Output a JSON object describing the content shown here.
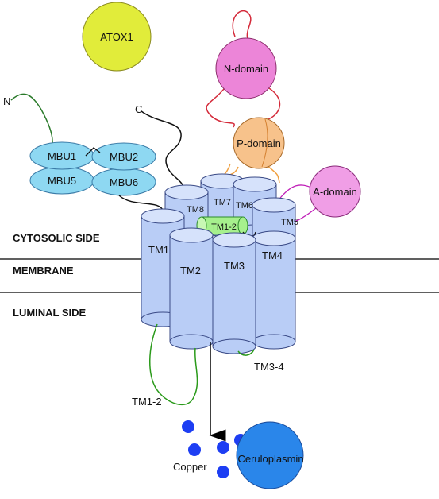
{
  "sides": {
    "cytosolic": "CYTOSOLIC SIDE",
    "membrane": "MEMBRANE",
    "luminal": "LUMINAL SIDE"
  },
  "termini": {
    "n": "N",
    "c": "C"
  },
  "chaperone": "ATOX1",
  "domains": {
    "n": "N-domain",
    "p": "P-domain",
    "a": "A-domain"
  },
  "mbus": [
    "MBU1",
    "MBU2",
    "MBU5",
    "MBU6"
  ],
  "helices": [
    "TM1",
    "TM2",
    "TM3",
    "TM4",
    "TM5",
    "TM6",
    "TM7",
    "TM8"
  ],
  "inner_loop": "TM1-2",
  "luminal_loops": {
    "tm12": "TM1-2",
    "tm34": "TM3-4"
  },
  "copper": "Copper",
  "ceruloplasmin": "Ceruloplasmin",
  "colors": {
    "helix_fill": "#b9cdf6",
    "helix_top": "#d6e2fb",
    "helix_stroke": "#3a4a86",
    "mbu_fill": "#8ed8f2",
    "atox1": "#e1ec3a",
    "n_domain": "#ec85d8",
    "p_domain": "#f7c28b",
    "a_domain": "#f09ee6",
    "inner_loop_fill": "#a6f08d",
    "copper_blue": "#1d3ef3",
    "ceruloplasmin": "#2a86ea",
    "n_linker": "#d42a3a",
    "p_linker": "#f0a040",
    "a_linker": "#c020b8",
    "loop_green": "#2a9a1a"
  }
}
